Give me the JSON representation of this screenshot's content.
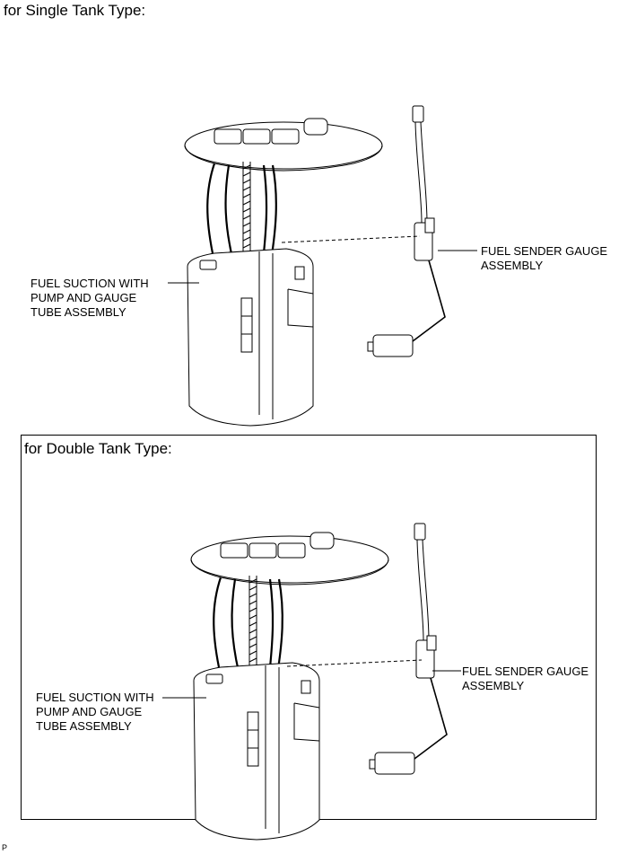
{
  "single": {
    "heading": "for Single Tank Type:",
    "pump_label": "FUEL SUCTION WITH\nPUMP AND GAUGE\nTUBE ASSEMBLY",
    "sender_label": "FUEL SENDER GAUGE\nASSEMBLY"
  },
  "double": {
    "heading": "for Double Tank Type:",
    "pump_label": "FUEL SUCTION WITH\nPUMP AND GAUGE\nTUBE ASSEMBLY",
    "sender_label": "FUEL SENDER GAUGE\nASSEMBLY"
  },
  "footer": {
    "code": "P"
  }
}
